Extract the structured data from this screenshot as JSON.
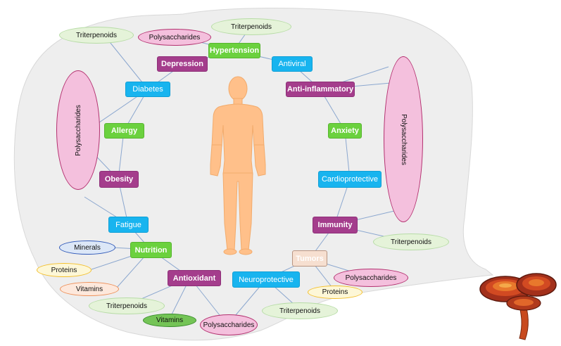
{
  "labels": {
    "hypertension": "Hypertension",
    "depression": "Depression",
    "antiviral": "Antiviral",
    "diabetes": "Diabetes",
    "anti_inflammatory": "Anti-inflammatory",
    "allergy": "Allergy",
    "anxiety": "Anxiety",
    "obesity": "Obesity",
    "cardioprotective": "Cardioprotective",
    "fatigue": "Fatigue",
    "immunity": "Immunity",
    "nutrition": "Nutrition",
    "tumors": "Tumors",
    "antioxidant": "Antioxidant",
    "neuroprotective": "Neuroprotective"
  },
  "compounds": {
    "triterpenoids": "Triterpenoids",
    "polysaccharides": "Polysaccharides",
    "minerals": "Minerals",
    "proteins": "Proteins",
    "vitamins": "Vitamins"
  },
  "colors": {
    "background_blob": "#eeeeee",
    "box_magenta": "#a43d8c",
    "box_green": "#6bd13e",
    "box_blue": "#18b4ef",
    "box_tan": "#f6dfd0",
    "body_silhouette": "#ffc08a",
    "connector": "#8ba7cf"
  },
  "icons": {
    "body": "human-body-silhouette",
    "mushroom": "reishi-mushroom"
  }
}
